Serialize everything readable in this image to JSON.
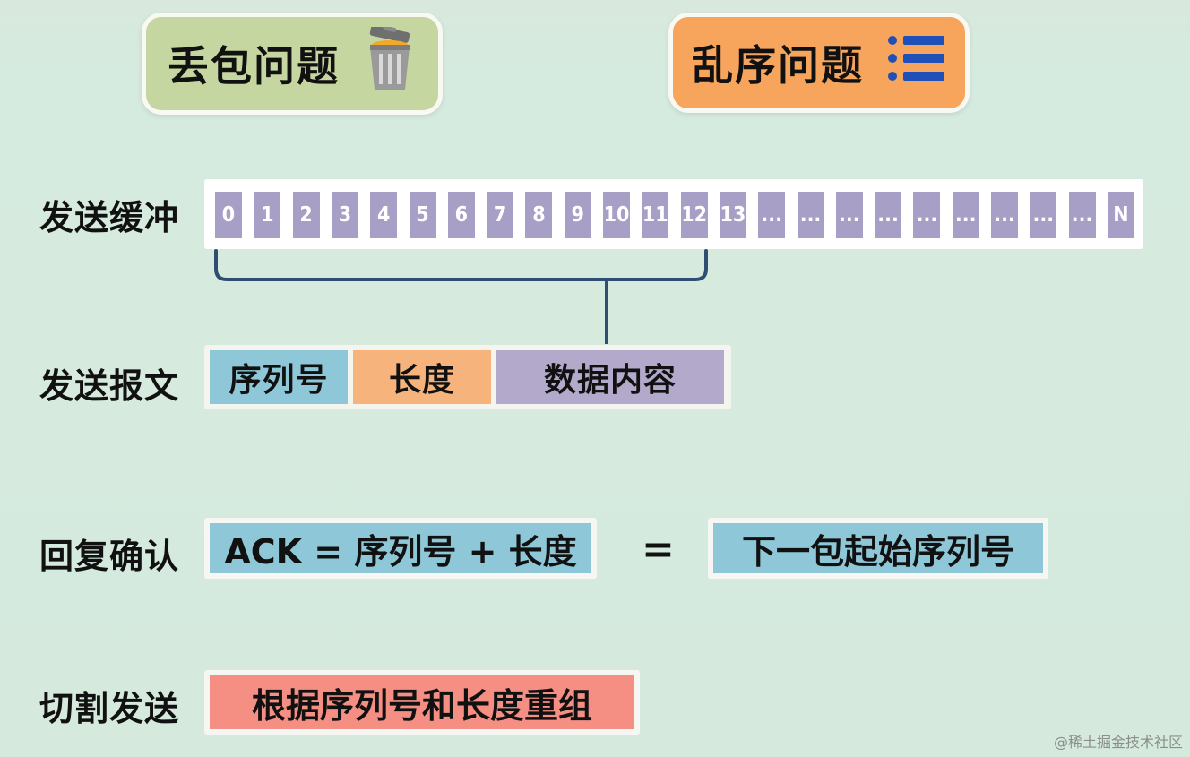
{
  "top": {
    "loss_label": "丢包问题",
    "order_label": "乱序问题"
  },
  "rows": {
    "send_buffer": "发送缓冲",
    "send_packet": "发送报文",
    "reply_ack": "回复确认",
    "split_send": "切割发送"
  },
  "buffer": {
    "cells": [
      "0",
      "1",
      "2",
      "3",
      "4",
      "5",
      "6",
      "7",
      "8",
      "9",
      "10",
      "11",
      "12",
      "13",
      "...",
      "...",
      "...",
      "...",
      "...",
      "...",
      "...",
      "...",
      "...",
      "N"
    ]
  },
  "packet": {
    "seq": "序列号",
    "length": "长度",
    "data": "数据内容"
  },
  "ack": {
    "formula": "ACK = 序列号 + 长度",
    "equals": "=",
    "result": "下一包起始序列号"
  },
  "reassemble": {
    "text": "根据序列号和长度重组"
  },
  "watermark": "@稀土掘金技术社区",
  "colors": {
    "loss_card": "#c6d6a0",
    "order_card": "#f7a45c",
    "buffer_cell": "#a79fc6",
    "seq_blue": "#8ec8d8",
    "length_orange": "#f7b37c",
    "data_purple": "#b3a9cb",
    "reassemble_red": "#f58f84",
    "bracket": "#2f4e72",
    "list_icon_blue": "#1f4fb8"
  },
  "icons": {
    "loss": "trash-can-icon",
    "order": "list-icon"
  }
}
